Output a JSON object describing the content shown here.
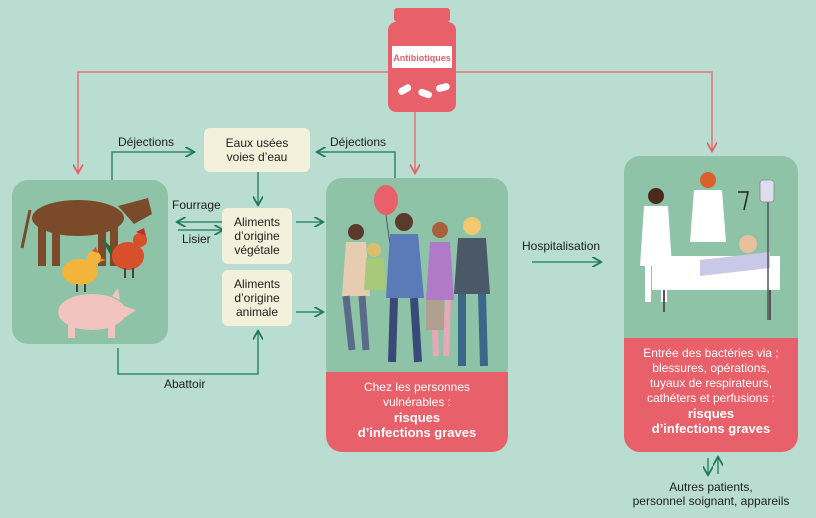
{
  "bottle": {
    "label": "Antibiotiques"
  },
  "flows": {
    "dejections_left": "Déjections",
    "dejections_right": "Déjections",
    "fourrage": "Fourrage",
    "lisier": "Lisier",
    "abattoir": "Abattoir",
    "hospitalisation": "Hospitalisation"
  },
  "boxes": {
    "eaux": [
      "Eaux usées",
      "voies d’eau"
    ],
    "vegetale": [
      "Aliments",
      "d’origine",
      "végétale"
    ],
    "animale": [
      "Aliments",
      "d’origine",
      "animale"
    ]
  },
  "people_panel": {
    "text": [
      "Chez les personnes",
      "vulnérables :"
    ],
    "emphasis": [
      "risques",
      "d’infections graves"
    ]
  },
  "hospital_panel": {
    "text": [
      "Entrée des bactéries via ;",
      "blessures, opérations,",
      "tuyaux de respirateurs,",
      "cathéters et perfusions :"
    ],
    "emphasis": [
      "risques",
      "d’infections graves"
    ]
  },
  "bottom_note": [
    "Autres patients,",
    "personnel soignant, appareils"
  ],
  "colors": {
    "background": "#b9ddd0",
    "panel": "#8ec3a8",
    "red": "#e8606a",
    "green_arrow": "#1d7a5c",
    "box": "#f3f0dc"
  }
}
